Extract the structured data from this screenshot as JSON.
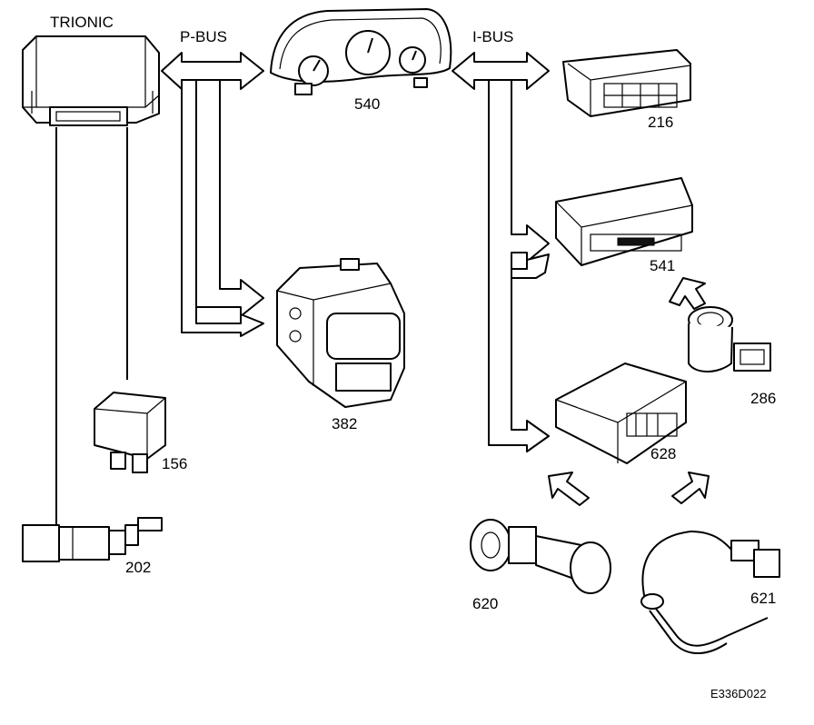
{
  "buses": {
    "p_bus": "P-BUS",
    "i_bus": "I-BUS"
  },
  "components": {
    "trionic": "TRIONIC",
    "c540": "540",
    "c216": "216",
    "c541": "541",
    "c382": "382",
    "c286": "286",
    "c156": "156",
    "c628": "628",
    "c202": "202",
    "c620": "620",
    "c621": "621"
  },
  "figure_ref": "E336D022"
}
